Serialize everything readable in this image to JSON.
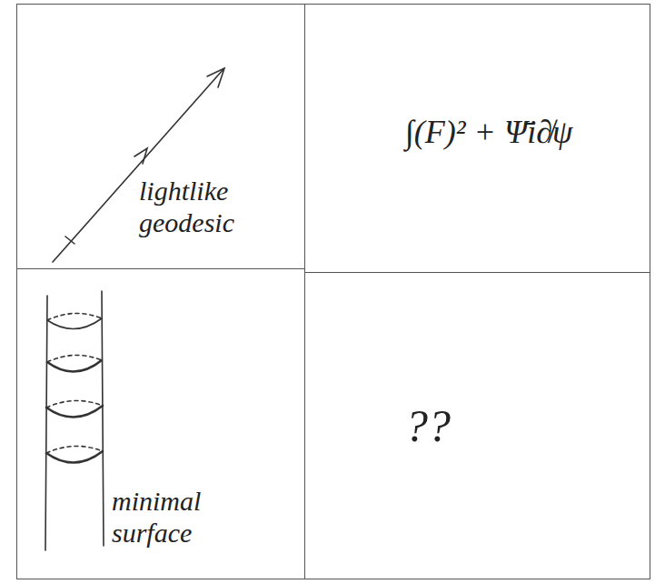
{
  "diagram": {
    "nodes": [
      {
        "text": [
          "lightlike geodesic"
        ]
      },
      {
        "text": [
          "∫(F)² + Ψ̄i∂̸ψ"
        ]
      },
      {
        "text": [
          "minimal surface"
        ]
      },
      {
        "text": [
          "??"
        ]
      }
    ]
  }
}
